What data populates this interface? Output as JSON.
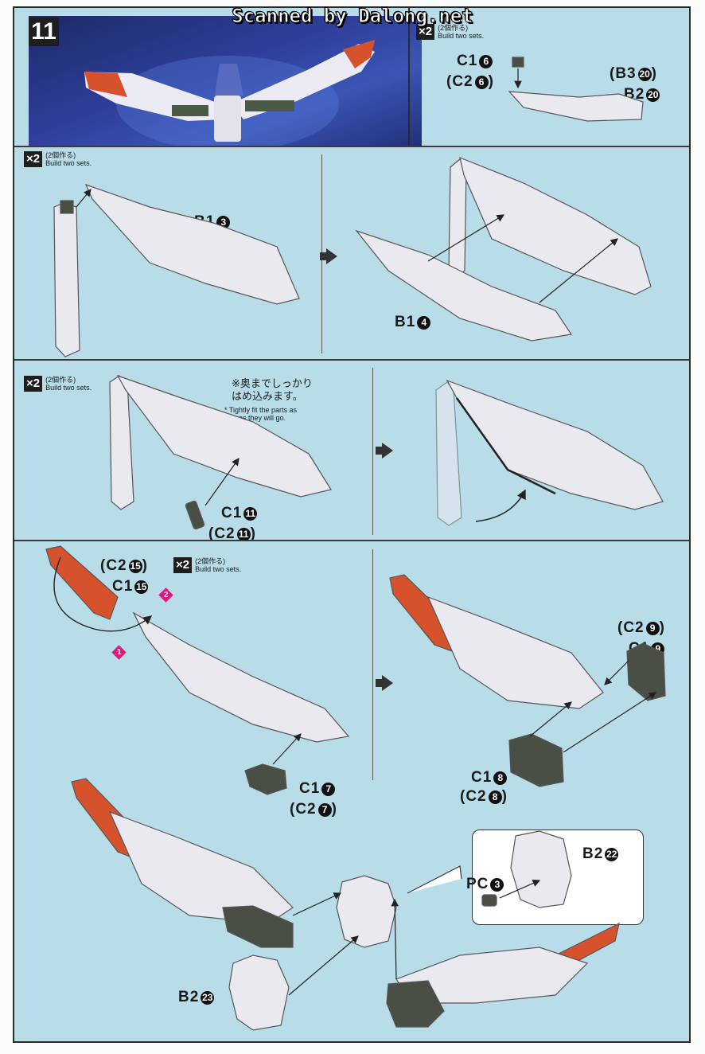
{
  "watermark": "Scanned by Dalong.net",
  "step_number": "11",
  "build": {
    "x2": "×2",
    "jp": "(2個作る)",
    "en": "Build two sets."
  },
  "panel1": {
    "part_a": "C1",
    "part_a_num": "6",
    "part_b": "(C2",
    "part_b_num": "6",
    "part_b_close": ")",
    "part_c": "(B3",
    "part_c_num": "20",
    "part_c_close": ")",
    "part_d": "B2",
    "part_d_num": "20"
  },
  "panel2": {
    "part_left": "B1",
    "part_left_num": "3",
    "part_right": "B1",
    "part_right_num": "4"
  },
  "panel3": {
    "note_jp_1": "※奥までしっかり",
    "note_jp_2": "はめ込みます。",
    "note_en_1": "* Tightly fit the parts as",
    "note_en_2": "far as they will go.",
    "part_a": "C1",
    "part_a_num": "11",
    "part_b": "(C2",
    "part_b_num": "11",
    "part_b_close": ")"
  },
  "panel4": {
    "part_a": "(C2",
    "part_a_num": "15",
    "part_a_close": ")",
    "part_b": "C1",
    "part_b_num": "15",
    "step1": "1",
    "step2": "2",
    "part_c": "C1",
    "part_c_num": "7",
    "part_d": "(C2",
    "part_d_num": "7",
    "part_d_close": ")",
    "part_e": "(C2",
    "part_e_num": "9",
    "part_e_close": ")",
    "part_f": "C1",
    "part_f_num": "9",
    "part_g": "C1",
    "part_g_num": "8",
    "part_h": "(C2",
    "part_h_num": "8",
    "part_h_close": ")"
  },
  "panel5": {
    "part_a": "B2",
    "part_a_num": "22",
    "part_b": "PC",
    "part_b_num": "3",
    "part_c": "B2",
    "part_c_num": "23"
  },
  "colors": {
    "panel_bg": "#b9dce9",
    "part_white": "#e8e6ee",
    "part_orange": "#d5522c",
    "part_gray": "#4a4f46",
    "accent_magenta": "#e0177f"
  }
}
